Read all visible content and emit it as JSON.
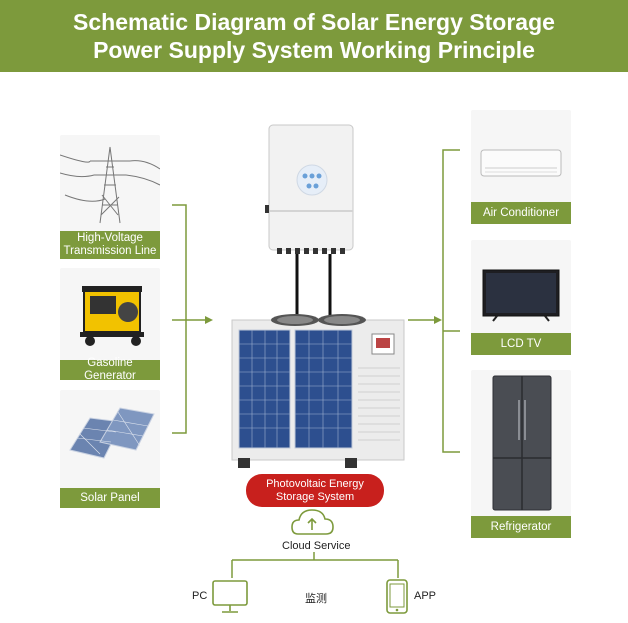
{
  "title": {
    "line1": "Schematic Diagram of Solar Energy Storage",
    "line2": "Power Supply System Working Principle"
  },
  "colors": {
    "accent_green": "#7d9a3c",
    "badge_red": "#c8201d"
  },
  "sources": [
    {
      "label_line1": "High-Voltage",
      "label_line2": "Transmission Line",
      "icon": "transmission-tower-icon"
    },
    {
      "label_line1": "Gasoline Generator",
      "label_line2": "",
      "icon": "generator-icon"
    },
    {
      "label_line1": "Solar Panel",
      "label_line2": "",
      "icon": "solar-panel-icon"
    }
  ],
  "loads": [
    {
      "label": "Air Conditioner",
      "icon": "air-conditioner-icon"
    },
    {
      "label": "LCD TV",
      "icon": "tv-icon"
    },
    {
      "label": "Refrigerator",
      "icon": "refrigerator-icon"
    }
  ],
  "center": {
    "badge_line1": "Photovoltaic Energy",
    "badge_line2": "Storage System",
    "inverter_icon": "inverter-icon",
    "storage_icon": "storage-cabinet-icon"
  },
  "monitoring": {
    "cloud_label": "Cloud Service",
    "pc_label": "PC",
    "middle_label": "监测",
    "app_label": "APP",
    "cloud_icon": "cloud-icon",
    "pc_icon": "monitor-icon",
    "app_icon": "phone-icon"
  }
}
